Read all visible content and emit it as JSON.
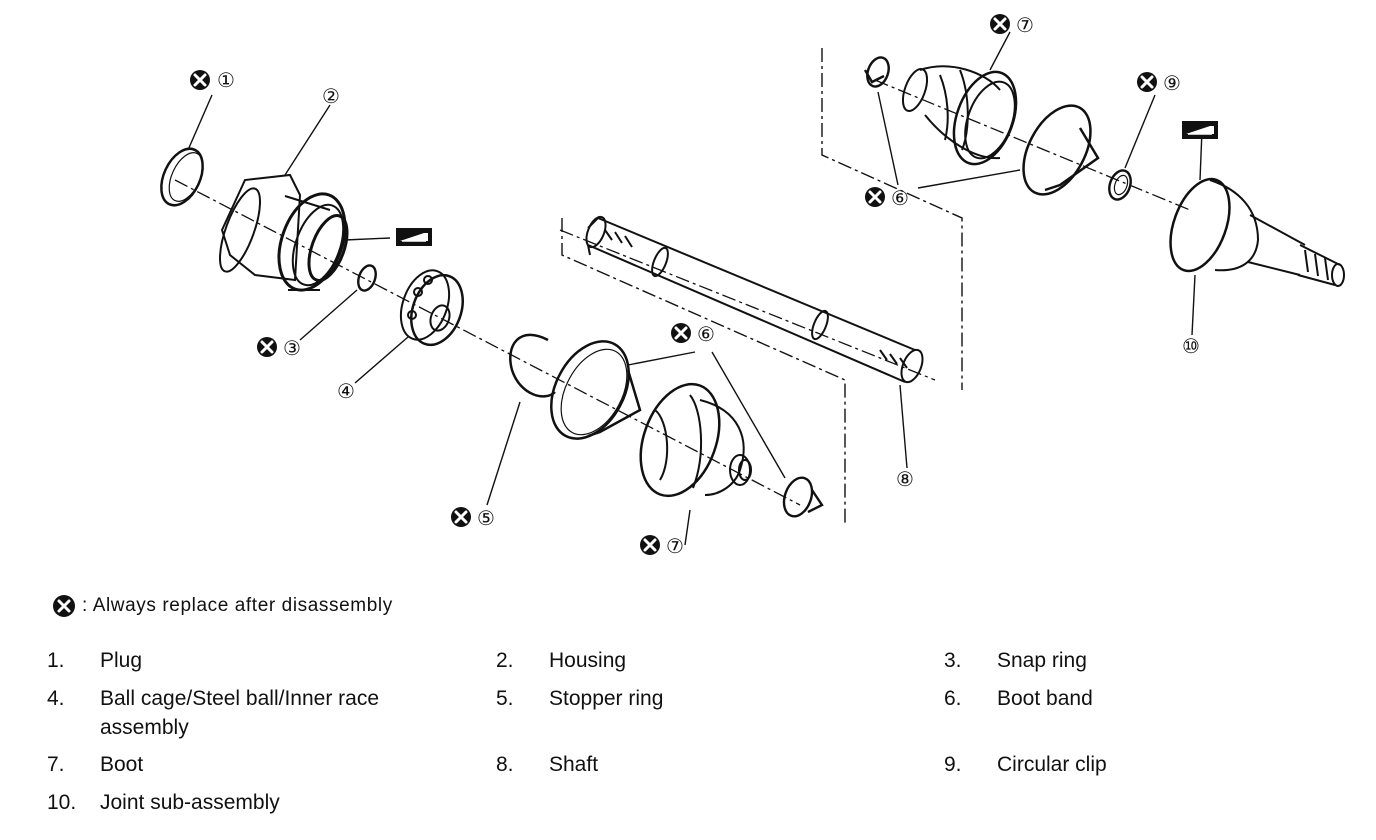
{
  "legend": {
    "text": ": Always replace after disassembly",
    "icon": "replace-x-icon"
  },
  "callouts": {
    "c1": "①",
    "c2": "②",
    "c3": "③",
    "c4": "④",
    "c5": "⑤",
    "c6a": "⑥",
    "c6b": "⑥",
    "c7a": "⑦",
    "c7b": "⑦",
    "c8": "⑧",
    "c9": "⑨",
    "c10": "⑩"
  },
  "parts": [
    {
      "num": "1.",
      "name": "Plug"
    },
    {
      "num": "2.",
      "name": "Housing"
    },
    {
      "num": "3.",
      "name": "Snap ring"
    },
    {
      "num": "4.",
      "name": "Ball cage/Steel ball/Inner race assembly"
    },
    {
      "num": "5.",
      "name": "Stopper ring"
    },
    {
      "num": "6.",
      "name": "Boot band"
    },
    {
      "num": "7.",
      "name": "Boot"
    },
    {
      "num": "8.",
      "name": "Shaft"
    },
    {
      "num": "9.",
      "name": "Circular clip"
    },
    {
      "num": "10.",
      "name": "Joint sub-assembly"
    }
  ]
}
